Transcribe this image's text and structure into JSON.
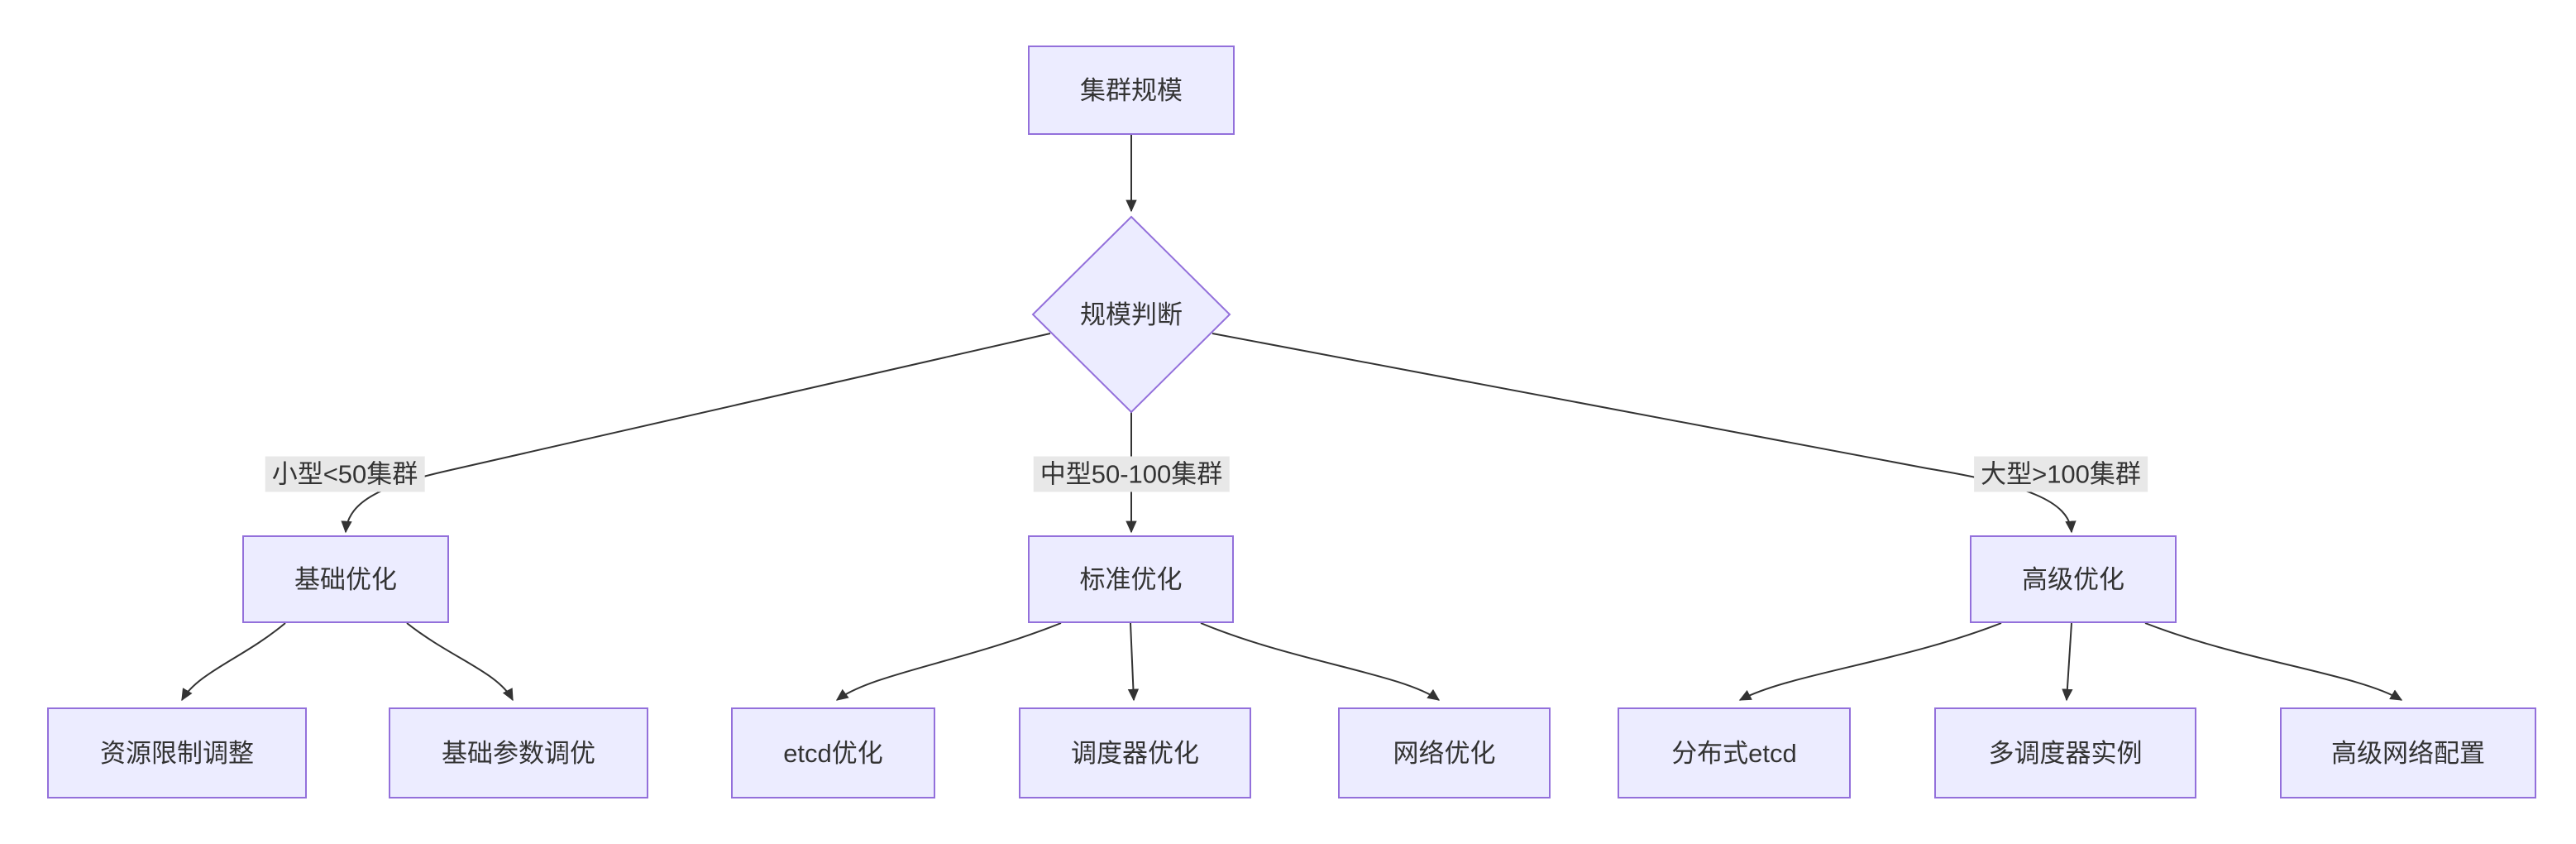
{
  "diagram": {
    "type": "flowchart-top-down",
    "colors": {
      "canvas_bg": "#ffffff",
      "node_fill": "#ECECFF",
      "node_border": "#9370DB",
      "edge": "#333333",
      "text": "#333333",
      "edge_label_bg": "#e8e8e8"
    },
    "nodes": {
      "root": {
        "label": "集群规模",
        "shape": "rect"
      },
      "decision": {
        "label": "规模判断",
        "shape": "diamond"
      },
      "basic": {
        "label": "基础优化",
        "shape": "rect"
      },
      "standard": {
        "label": "标准优化",
        "shape": "rect"
      },
      "advanced": {
        "label": "高级优化",
        "shape": "rect"
      },
      "resource_limit": {
        "label": "资源限制调整",
        "shape": "rect"
      },
      "basic_params": {
        "label": "基础参数调优",
        "shape": "rect"
      },
      "etcd_opt": {
        "label": "etcd优化",
        "shape": "rect"
      },
      "scheduler_opt": {
        "label": "调度器优化",
        "shape": "rect"
      },
      "network_opt": {
        "label": "网络优化",
        "shape": "rect"
      },
      "dist_etcd": {
        "label": "分布式etcd",
        "shape": "rect"
      },
      "multi_scheduler": {
        "label": "多调度器实例",
        "shape": "rect"
      },
      "adv_network": {
        "label": "高级网络配置",
        "shape": "rect"
      }
    },
    "edge_labels": {
      "small": "小型<50集群",
      "medium": "中型50-100集群",
      "large": "大型>100集群"
    },
    "edges": [
      {
        "from": "root",
        "to": "decision",
        "label": ""
      },
      {
        "from": "decision",
        "to": "basic",
        "label": "小型<50集群"
      },
      {
        "from": "decision",
        "to": "standard",
        "label": "中型50-100集群"
      },
      {
        "from": "decision",
        "to": "advanced",
        "label": "大型>100集群"
      },
      {
        "from": "basic",
        "to": "resource_limit",
        "label": ""
      },
      {
        "from": "basic",
        "to": "basic_params",
        "label": ""
      },
      {
        "from": "standard",
        "to": "etcd_opt",
        "label": ""
      },
      {
        "from": "standard",
        "to": "scheduler_opt",
        "label": ""
      },
      {
        "from": "standard",
        "to": "network_opt",
        "label": ""
      },
      {
        "from": "advanced",
        "to": "dist_etcd",
        "label": ""
      },
      {
        "from": "advanced",
        "to": "multi_scheduler",
        "label": ""
      },
      {
        "from": "advanced",
        "to": "adv_network",
        "label": ""
      }
    ]
  }
}
